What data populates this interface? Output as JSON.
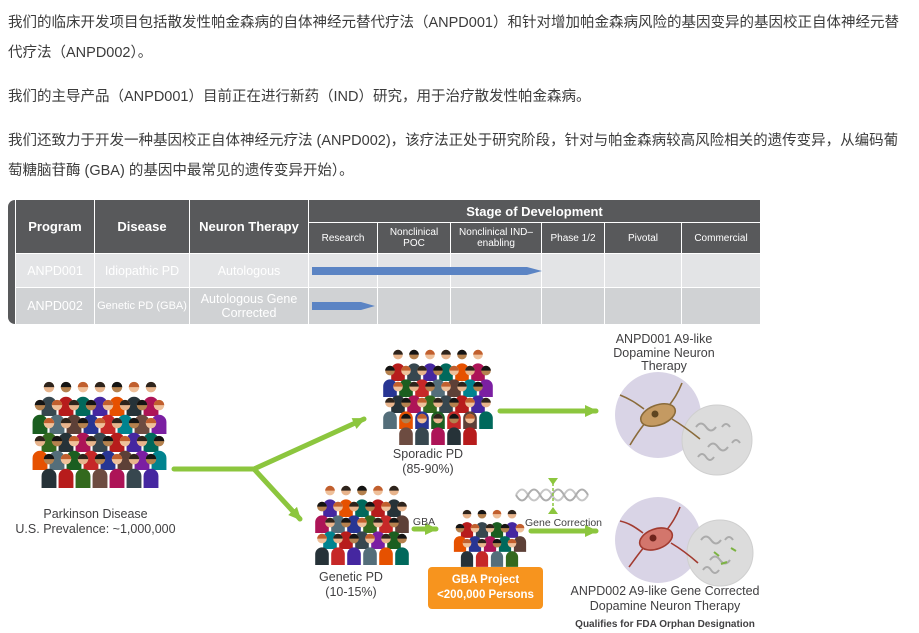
{
  "paragraphs": {
    "p1": "我们的临床开发项目包括散发性帕金森病的自体神经元替代疗法（ANPD001）和针对增加帕金森病风险的基因变异的基因校正自体神经元替代疗法（ANPD002）。",
    "p2": "我们的主导产品（ANPD001）目前正在进行新药（IND）研究，用于治疗散发性帕金森病。",
    "p3": "我们还致力于开发一种基因校正自体神经元疗法 (ANPD002)，该疗法正处于研究阶段，针对与帕金森病较高风险相关的遗传变异，从编码葡萄糖脑苷酶 (GBA) 的基因中最常见的遗传变异开始）。"
  },
  "pipeline_table": {
    "columns": {
      "program": "Program",
      "disease": "Disease",
      "neuron_therapy": "Neuron Therapy",
      "stage_header": "Stage of Development"
    },
    "stages": [
      "Research",
      "Nonclinical POC",
      "Nonclinical IND–enabling",
      "Phase 1/2",
      "Pivotal",
      "Commercial"
    ],
    "rows": [
      {
        "program": "ANPD001",
        "disease": "Idiopathic PD",
        "therapy": "Autologous",
        "progress_start": "Research",
        "progress_end": "Nonclinical IND–enabling"
      },
      {
        "program": "ANPD002",
        "disease": "Genetic PD (GBA)",
        "therapy": "Autologous Gene Corrected",
        "progress_start": "Research",
        "progress_end": "Research"
      }
    ],
    "colors": {
      "header_bg": "#58595B",
      "row1_bg": "#E3E4E6",
      "row2_bg": "#D0D2D4",
      "arrow_blue": "#5B84C4"
    }
  },
  "diagram": {
    "parkinson_line1": "Parkinson Disease",
    "parkinson_line2": "U.S. Prevalence: ~1,000,000",
    "sporadic_line1": "Sporadic PD",
    "sporadic_line2": "(85-90%)",
    "genetic_line1": "Genetic PD",
    "genetic_line2": "(10-15%)",
    "gba_arrow_label": "GBA",
    "gene_correction_label": "Gene Correction",
    "gba_project_line1": "GBA Project",
    "gba_project_line2": "<200,000 Persons",
    "anpd001_line1": "ANPD001 A9-like",
    "anpd001_line2": "Dopamine Neuron",
    "anpd001_line3": "Therapy",
    "anpd002_line1": "ANPD002 A9-like Gene Corrected",
    "anpd002_line2": "Dopamine Neuron Therapy",
    "anpd002_line3": "Qualifies for FDA Orphan Designation",
    "colors": {
      "arrow_green": "#8CC63E",
      "badge_orange": "#F7941E"
    }
  }
}
